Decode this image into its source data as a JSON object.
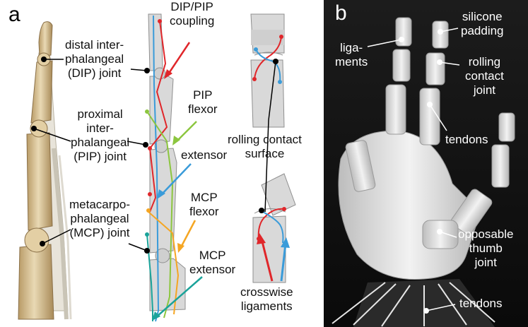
{
  "panel_a": {
    "letter": "a",
    "labels": {
      "dip_joint": [
        "distal inter-",
        "phalangeal",
        "(DIP) joint"
      ],
      "pip_joint": [
        "proximal",
        "inter-",
        "phalangeal",
        "(PIP) joint"
      ],
      "mcp_joint": [
        "metacarpo-",
        "phalangeal",
        "(MCP) joint"
      ],
      "dip_pip_coupling": [
        "DIP/PIP",
        "coupling"
      ],
      "pip_flexor": [
        "PIP",
        "flexor"
      ],
      "extensor": [
        "extensor"
      ],
      "mcp_flexor": [
        "MCP",
        "flexor"
      ],
      "mcp_extensor": [
        "MCP",
        "extensor"
      ],
      "rolling_contact_surface": [
        "rolling contact",
        "surface"
      ],
      "crosswise_ligaments": [
        "crosswise",
        "ligaments"
      ]
    }
  },
  "panel_b": {
    "letter": "b",
    "labels": {
      "silicone_padding": [
        "silicone",
        "padding"
      ],
      "ligaments": [
        "liga-",
        "ments"
      ],
      "rolling_contact_joint": [
        "rolling",
        "contact",
        "joint"
      ],
      "tendons_upper": [
        "tendons"
      ],
      "opposable_thumb_joint": [
        "opposable",
        "thumb",
        "joint"
      ],
      "tendons_lower": [
        "tendons"
      ]
    }
  },
  "colors": {
    "dip_pip_coupling": "#e0262a",
    "pip_flexor": "#8cc63f",
    "extensor": "#3a9bd9",
    "mcp_flexor": "#f5a623",
    "mcp_extensor": "#1aa39a",
    "bone": "#d8c39a",
    "part_gray": "#d9d9d9"
  }
}
